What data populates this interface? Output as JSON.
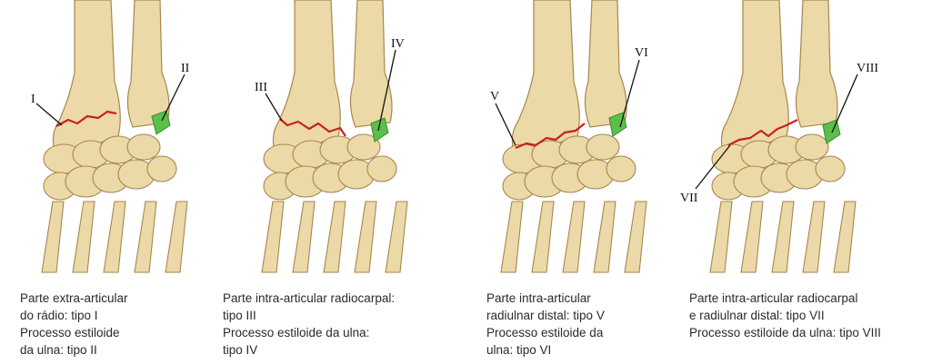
{
  "panels": [
    {
      "fracture_label": "I",
      "ulna_label": "II",
      "caption_lines": [
        "Parte extra-articular",
        "do rádio: tipo I",
        "Processo estiloide",
        "da ulna: tipo II"
      ]
    },
    {
      "fracture_label": "III",
      "ulna_label": "IV",
      "caption_lines": [
        "Parte intra-articular radiocarpal:",
        "tipo III",
        "Processo estiloide da ulna:",
        "tipo IV"
      ]
    },
    {
      "fracture_label": "V",
      "ulna_label": "VI",
      "caption_lines": [
        "Parte intra-articular",
        "radiulnar distal: tipo V",
        "Processo estiloide da",
        "ulna: tipo VI"
      ]
    },
    {
      "fracture_label": "VII",
      "ulna_label": "VIII",
      "caption_lines": [
        "Parte intra-articular radiocarpal",
        "e radiulnar distal: tipo VII",
        "Processo estiloide da ulna: tipo VIII"
      ]
    }
  ],
  "colors": {
    "bone": "#ecd9a8",
    "bone_dark": "#c9a96b",
    "bone_outline": "#a8864f",
    "fracture": "#c8201e",
    "ulna_fragment": "#5cbf4a",
    "leader": "#111111"
  }
}
